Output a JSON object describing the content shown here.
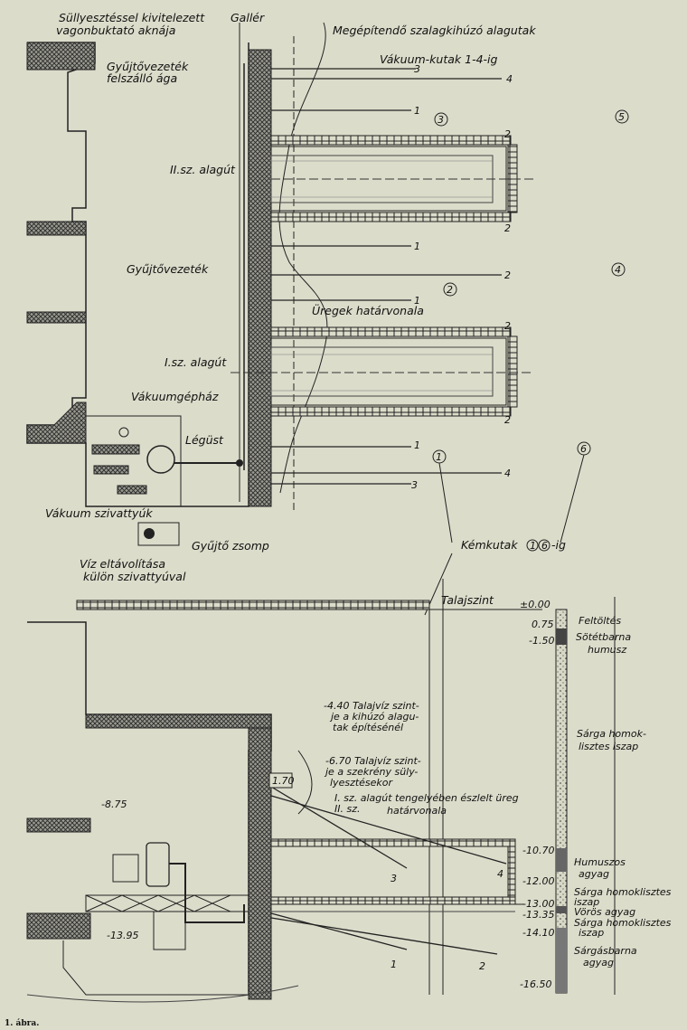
{
  "plan_labels": {
    "shaft": [
      "Süllyesztéssel kivitelezett",
      "vagonbuktató aknája"
    ],
    "collar": "Gallér",
    "tunnels_to_build": "Megépítendő szalagkihúzó alagutak",
    "vacuum_wells": "Vákuum-kutak 1-4-ig",
    "collector_riser": [
      "Gyűjtővezeték",
      "felszálló ága"
    ],
    "tunnel_2": "II.sz. alagút",
    "collector": "Gyűjtővezeték",
    "cavity_boundary": "Üregek határvonala",
    "tunnel_1": "I.sz. alagút",
    "vacuum_house": "Vákuumgépház",
    "air_vessel": "Légüst",
    "vacuum_pumps": "Vákuum szivattyúk",
    "sump": "Gyűjtő zsomp",
    "water_removal": [
      "Víz eltávolítása",
      "külön szivattyúval"
    ],
    "test_wells": "Kémkutak",
    "test_wells_range": "-ig",
    "test_well_marks": [
      "1",
      "2",
      "3",
      "4",
      "5",
      "6"
    ]
  },
  "well_numbers": {
    "top_4": "4",
    "top_3": "3",
    "r1a": "1",
    "r2a": "2",
    "r2b": "2",
    "r1b": "1",
    "r2c": "2",
    "r1c": "1",
    "r2d": "2",
    "r2e": "2",
    "r1d": "1",
    "r4b": "4",
    "r3b": "3"
  },
  "section_labels": {
    "ground_level": "Talajszint",
    "gw1": [
      "-4.40 Talajvíz szint-",
      "je a kihúzó alagu-",
      "tak építésénél"
    ],
    "gw2": [
      "-6.70 Talajvíz szint-",
      "je a szekrény süly-",
      "lyesztésekor"
    ],
    "cavity": [
      "I. sz. alagút tengelyében észlelt üreg",
      "II. sz.",
      "határvonala"
    ],
    "dim_170": "1.70",
    "lvl_875": "-8.75",
    "lvl_1395": "-13.95",
    "sec_3": "3",
    "sec_4": "4",
    "sec_1": "1",
    "sec_2": "2"
  },
  "soil_profile": [
    {
      "depth": "±0.00",
      "name": [
        ""
      ]
    },
    {
      "depth": "0.75",
      "name": [
        "Feltöltés"
      ]
    },
    {
      "depth": "-1.50",
      "name": [
        "Sötétbarna",
        "humusz"
      ]
    },
    {
      "depth": "",
      "name": [
        "Sárga homok-",
        "lisztes iszap"
      ]
    },
    {
      "depth": "-10.70",
      "name": [
        "Humuszos",
        "agyag"
      ]
    },
    {
      "depth": "-12.00",
      "name": [
        "Sárga homoklisztes",
        "iszap"
      ]
    },
    {
      "depth": "-13.00",
      "name": [
        "Vörös agyag"
      ]
    },
    {
      "depth": "-13.35",
      "name": [
        "Sárga homoklisztes",
        "iszap"
      ]
    },
    {
      "depth": "-14.10",
      "name": [
        "Sárgásbarna",
        "agyag"
      ]
    },
    {
      "depth": "-16.50",
      "name": [
        ""
      ]
    }
  ],
  "caption": "1. ábra."
}
